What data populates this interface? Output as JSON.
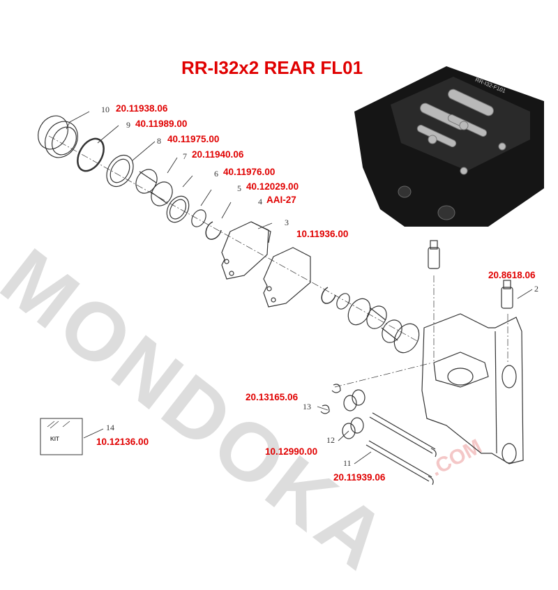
{
  "title": "RR-I32x2 REAR FL01",
  "watermark": "MONDOKA",
  "watermark_suffix": ".COM",
  "caliper_body_lettering": "RR-I32-F101",
  "kit_label": "KIT",
  "parts": [
    {
      "num": "10",
      "code": "20.11938.06"
    },
    {
      "num": "9",
      "code": "40.11989.00"
    },
    {
      "num": "8",
      "code": "40.11975.00"
    },
    {
      "num": "7",
      "code": "20.11940.06"
    },
    {
      "num": "6",
      "code": "40.11976.00"
    },
    {
      "num": "5",
      "code": "40.12029.00"
    },
    {
      "num": "4",
      "code": "AAI-27"
    },
    {
      "num": "3",
      "code": "10.11936.00"
    },
    {
      "num": "2",
      "code": "20.8618.06"
    },
    {
      "num": "13",
      "code": "20.13165.06"
    },
    {
      "num": "14",
      "code": "10.12136.00"
    },
    {
      "num": "12",
      "code": "10.12990.00"
    },
    {
      "num": "11",
      "code": "20.11939.06"
    }
  ],
  "colors": {
    "code": "#e00000",
    "line": "#333333",
    "caliper": "#151515"
  }
}
